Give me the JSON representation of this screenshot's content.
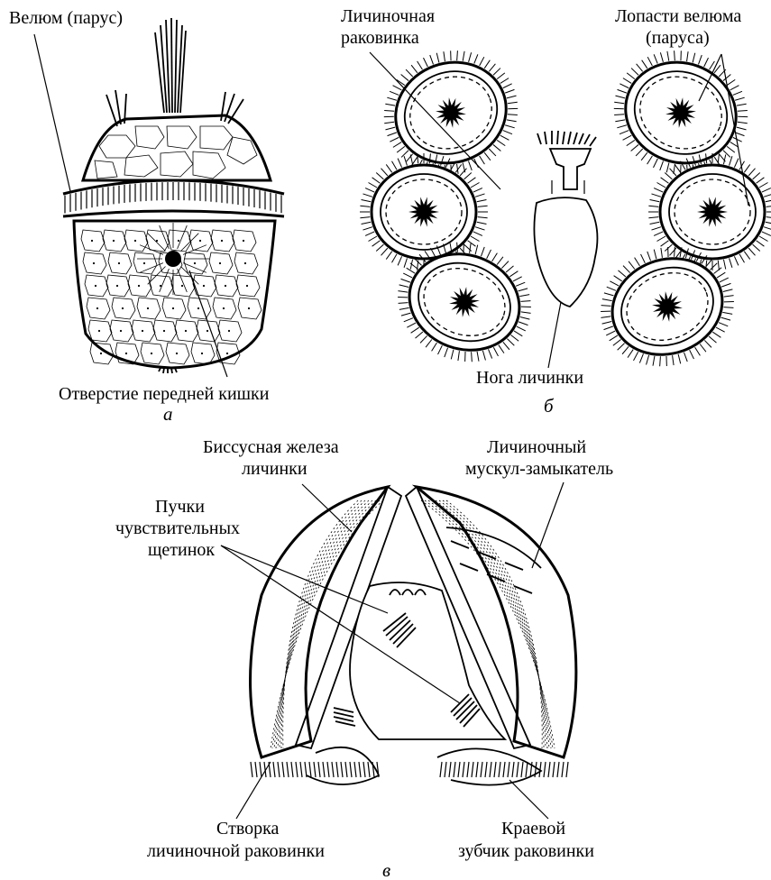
{
  "figure_a": {
    "caption": "а",
    "labels": {
      "velum": "Велюм (парус)",
      "foregut_opening": "Отверстие передней кишки"
    }
  },
  "figure_b": {
    "caption": "б",
    "labels": {
      "larval_shell_line1": "Личиночная",
      "larval_shell_line2": "раковинка",
      "velum_lobes_line1": "Лопасти велюма",
      "velum_lobes_line2": "(паруса)",
      "larval_foot": "Нога личинки"
    }
  },
  "figure_c": {
    "caption": "в",
    "labels": {
      "byssus_gland_line1": "Биссусная железа",
      "byssus_gland_line2": "личинки",
      "sensory_bristles_line1": "Пучки",
      "sensory_bristles_line2": "чувствительных",
      "sensory_bristles_line3": "щетинок",
      "adductor_line1": "Личиночный",
      "adductor_line2": "мускул-замыкатель",
      "valve_line1": "Створка",
      "valve_line2": "личиночной раковинки",
      "tooth_line1": "Краевой",
      "tooth_line2": "зубчик раковинки"
    }
  }
}
